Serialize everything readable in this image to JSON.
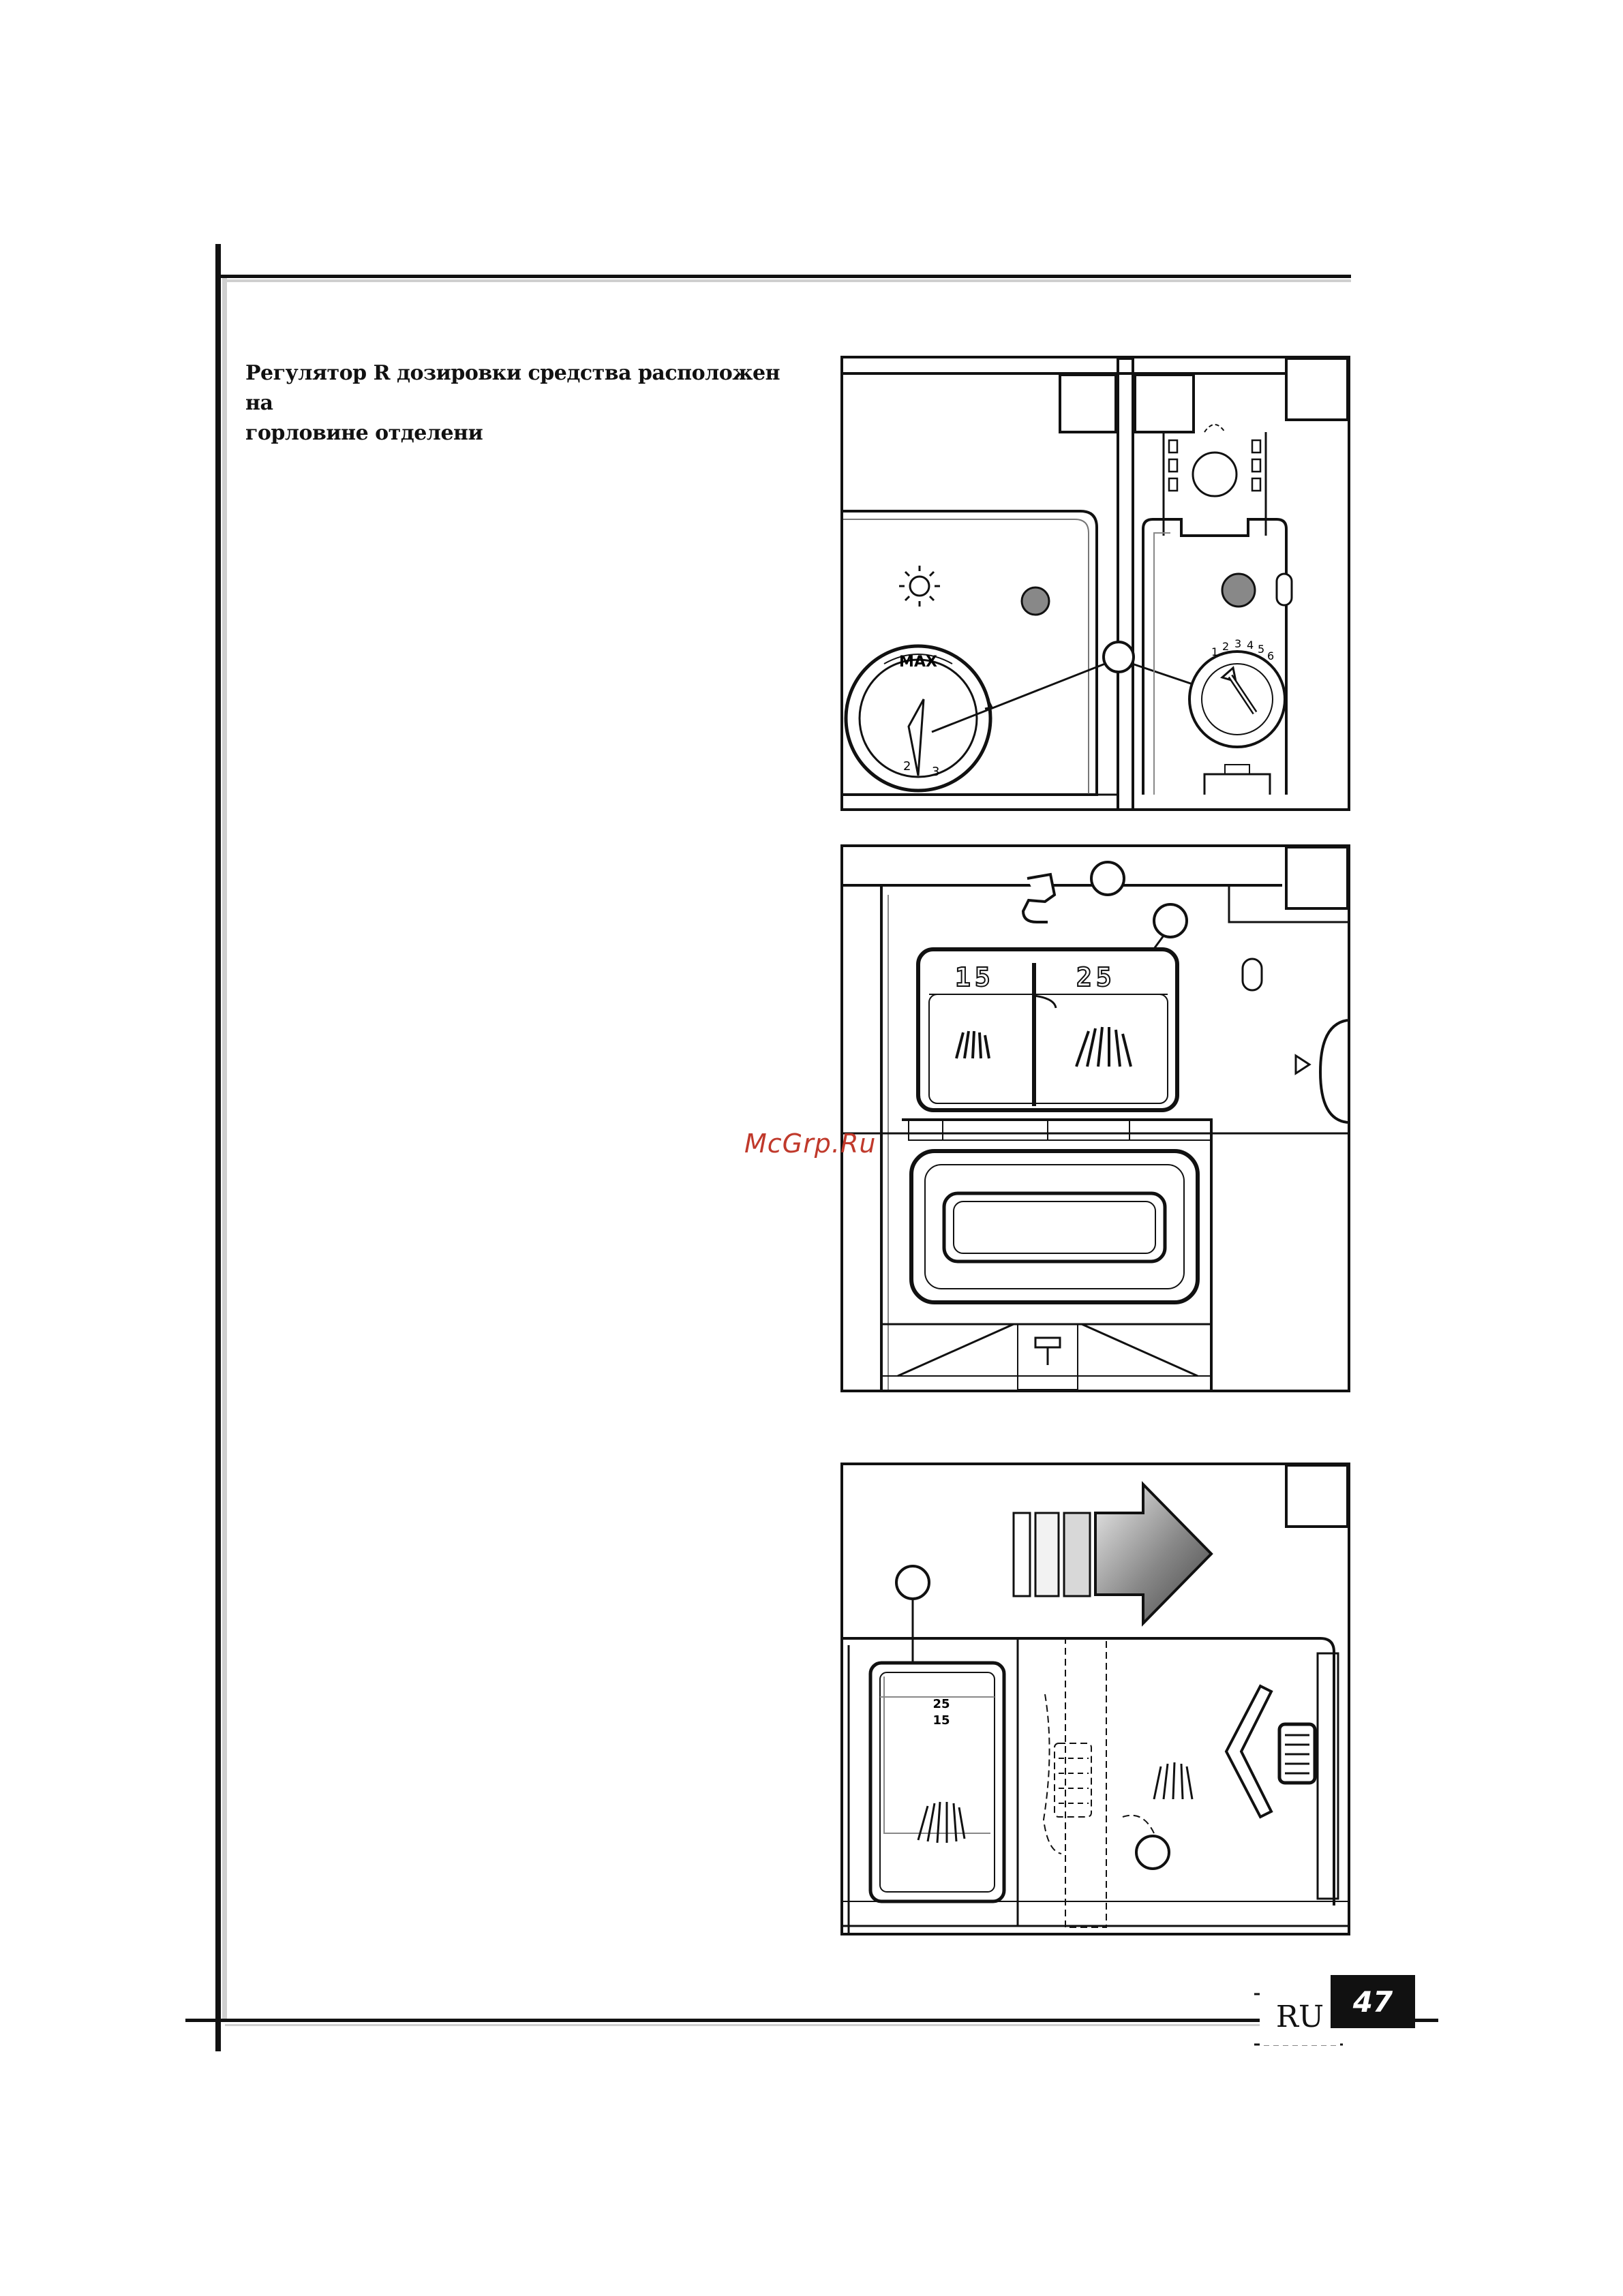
{
  "intro": {
    "line1": "Регулятор R дозировки средства расположен на",
    "line2": "горловине отделени"
  },
  "figure1": {
    "max_label": "MAX",
    "dial_left_numbers": [
      "2",
      "3"
    ],
    "dial_right_numbers": [
      "1",
      "2",
      "3",
      "4",
      "5",
      "6"
    ]
  },
  "figure2": {
    "label_15": "15",
    "label_25": "25"
  },
  "figure3": {
    "label_25": "25",
    "label_15": "15"
  },
  "watermark": "McGrp.Ru",
  "footer": {
    "language": "RU",
    "page_number": "47"
  }
}
